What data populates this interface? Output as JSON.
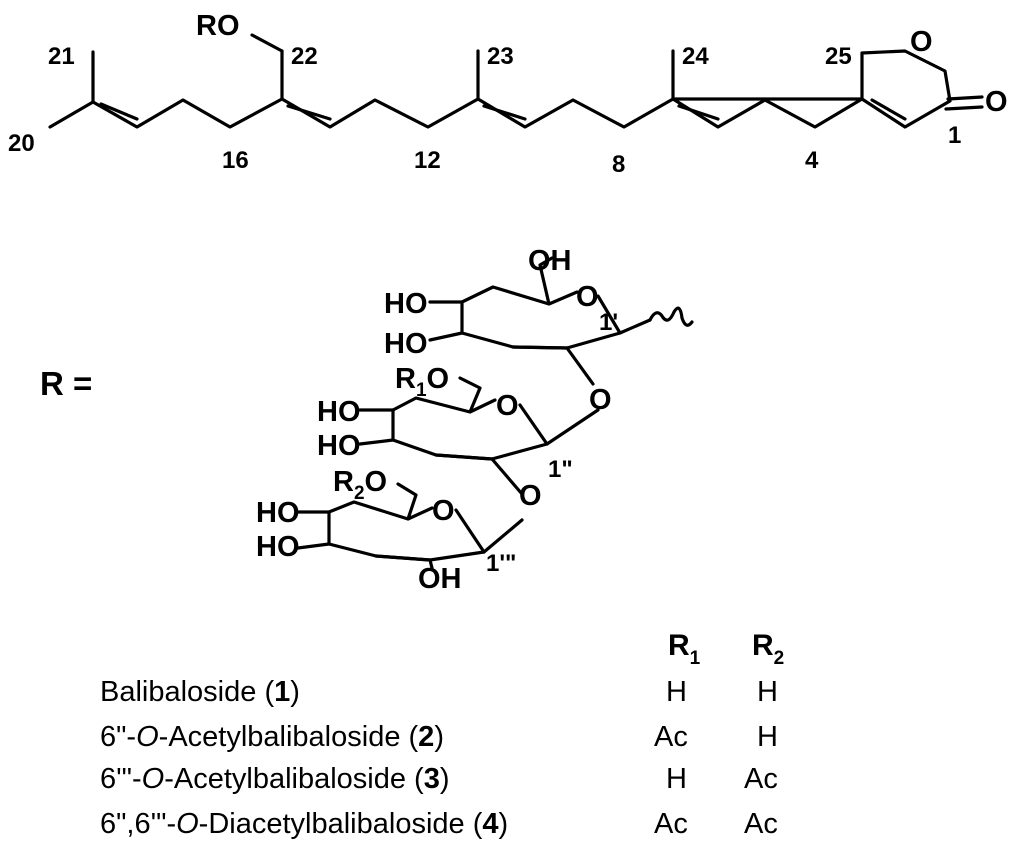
{
  "structure": {
    "atom_labels": {
      "ro": "RO",
      "ring_o": "O",
      "carbonyl_o": "O"
    },
    "carbon_numbers": {
      "c21": "21",
      "c20": "20",
      "c22": "22",
      "c23": "23",
      "c24": "24",
      "c25": "25",
      "c16": "16",
      "c12": "12",
      "c8": "8",
      "c4": "4",
      "c1": "1"
    }
  },
  "sugar": {
    "r_label": "R =",
    "oh_top": "OH",
    "ho": "HO",
    "oh": "OH",
    "o": "O",
    "r1_main": "R",
    "r1_sub": "1",
    "r2_main": "R",
    "r2_sub": "2",
    "pos_1p": "1'",
    "pos_1pp": "1\"",
    "pos_1ppp": "1'\""
  },
  "table": {
    "header_r1_main": "R",
    "header_r1_sub": "1",
    "header_r2_main": "R",
    "header_r2_sub": "2",
    "rows": [
      {
        "prefix": "Balibaloside (",
        "italic": "",
        "number": "1",
        "suffix": ")",
        "r1": "H",
        "r2": "H"
      },
      {
        "prefix": "6\"-",
        "italic": "O",
        "mid": "-Acetylbalibaloside (",
        "number": "2",
        "suffix": ")",
        "r1": "Ac",
        "r2": "H"
      },
      {
        "prefix": "6'\"-",
        "italic": "O",
        "mid": "-Acetylbalibaloside (",
        "number": "3",
        "suffix": ")",
        "r1": "H",
        "r2": "Ac"
      },
      {
        "prefix": "6\",6'\"-",
        "italic": "O",
        "mid": "-Diacetylbalibaloside (",
        "number": "4",
        "suffix": ")",
        "r1": "Ac",
        "r2": "Ac"
      }
    ]
  }
}
